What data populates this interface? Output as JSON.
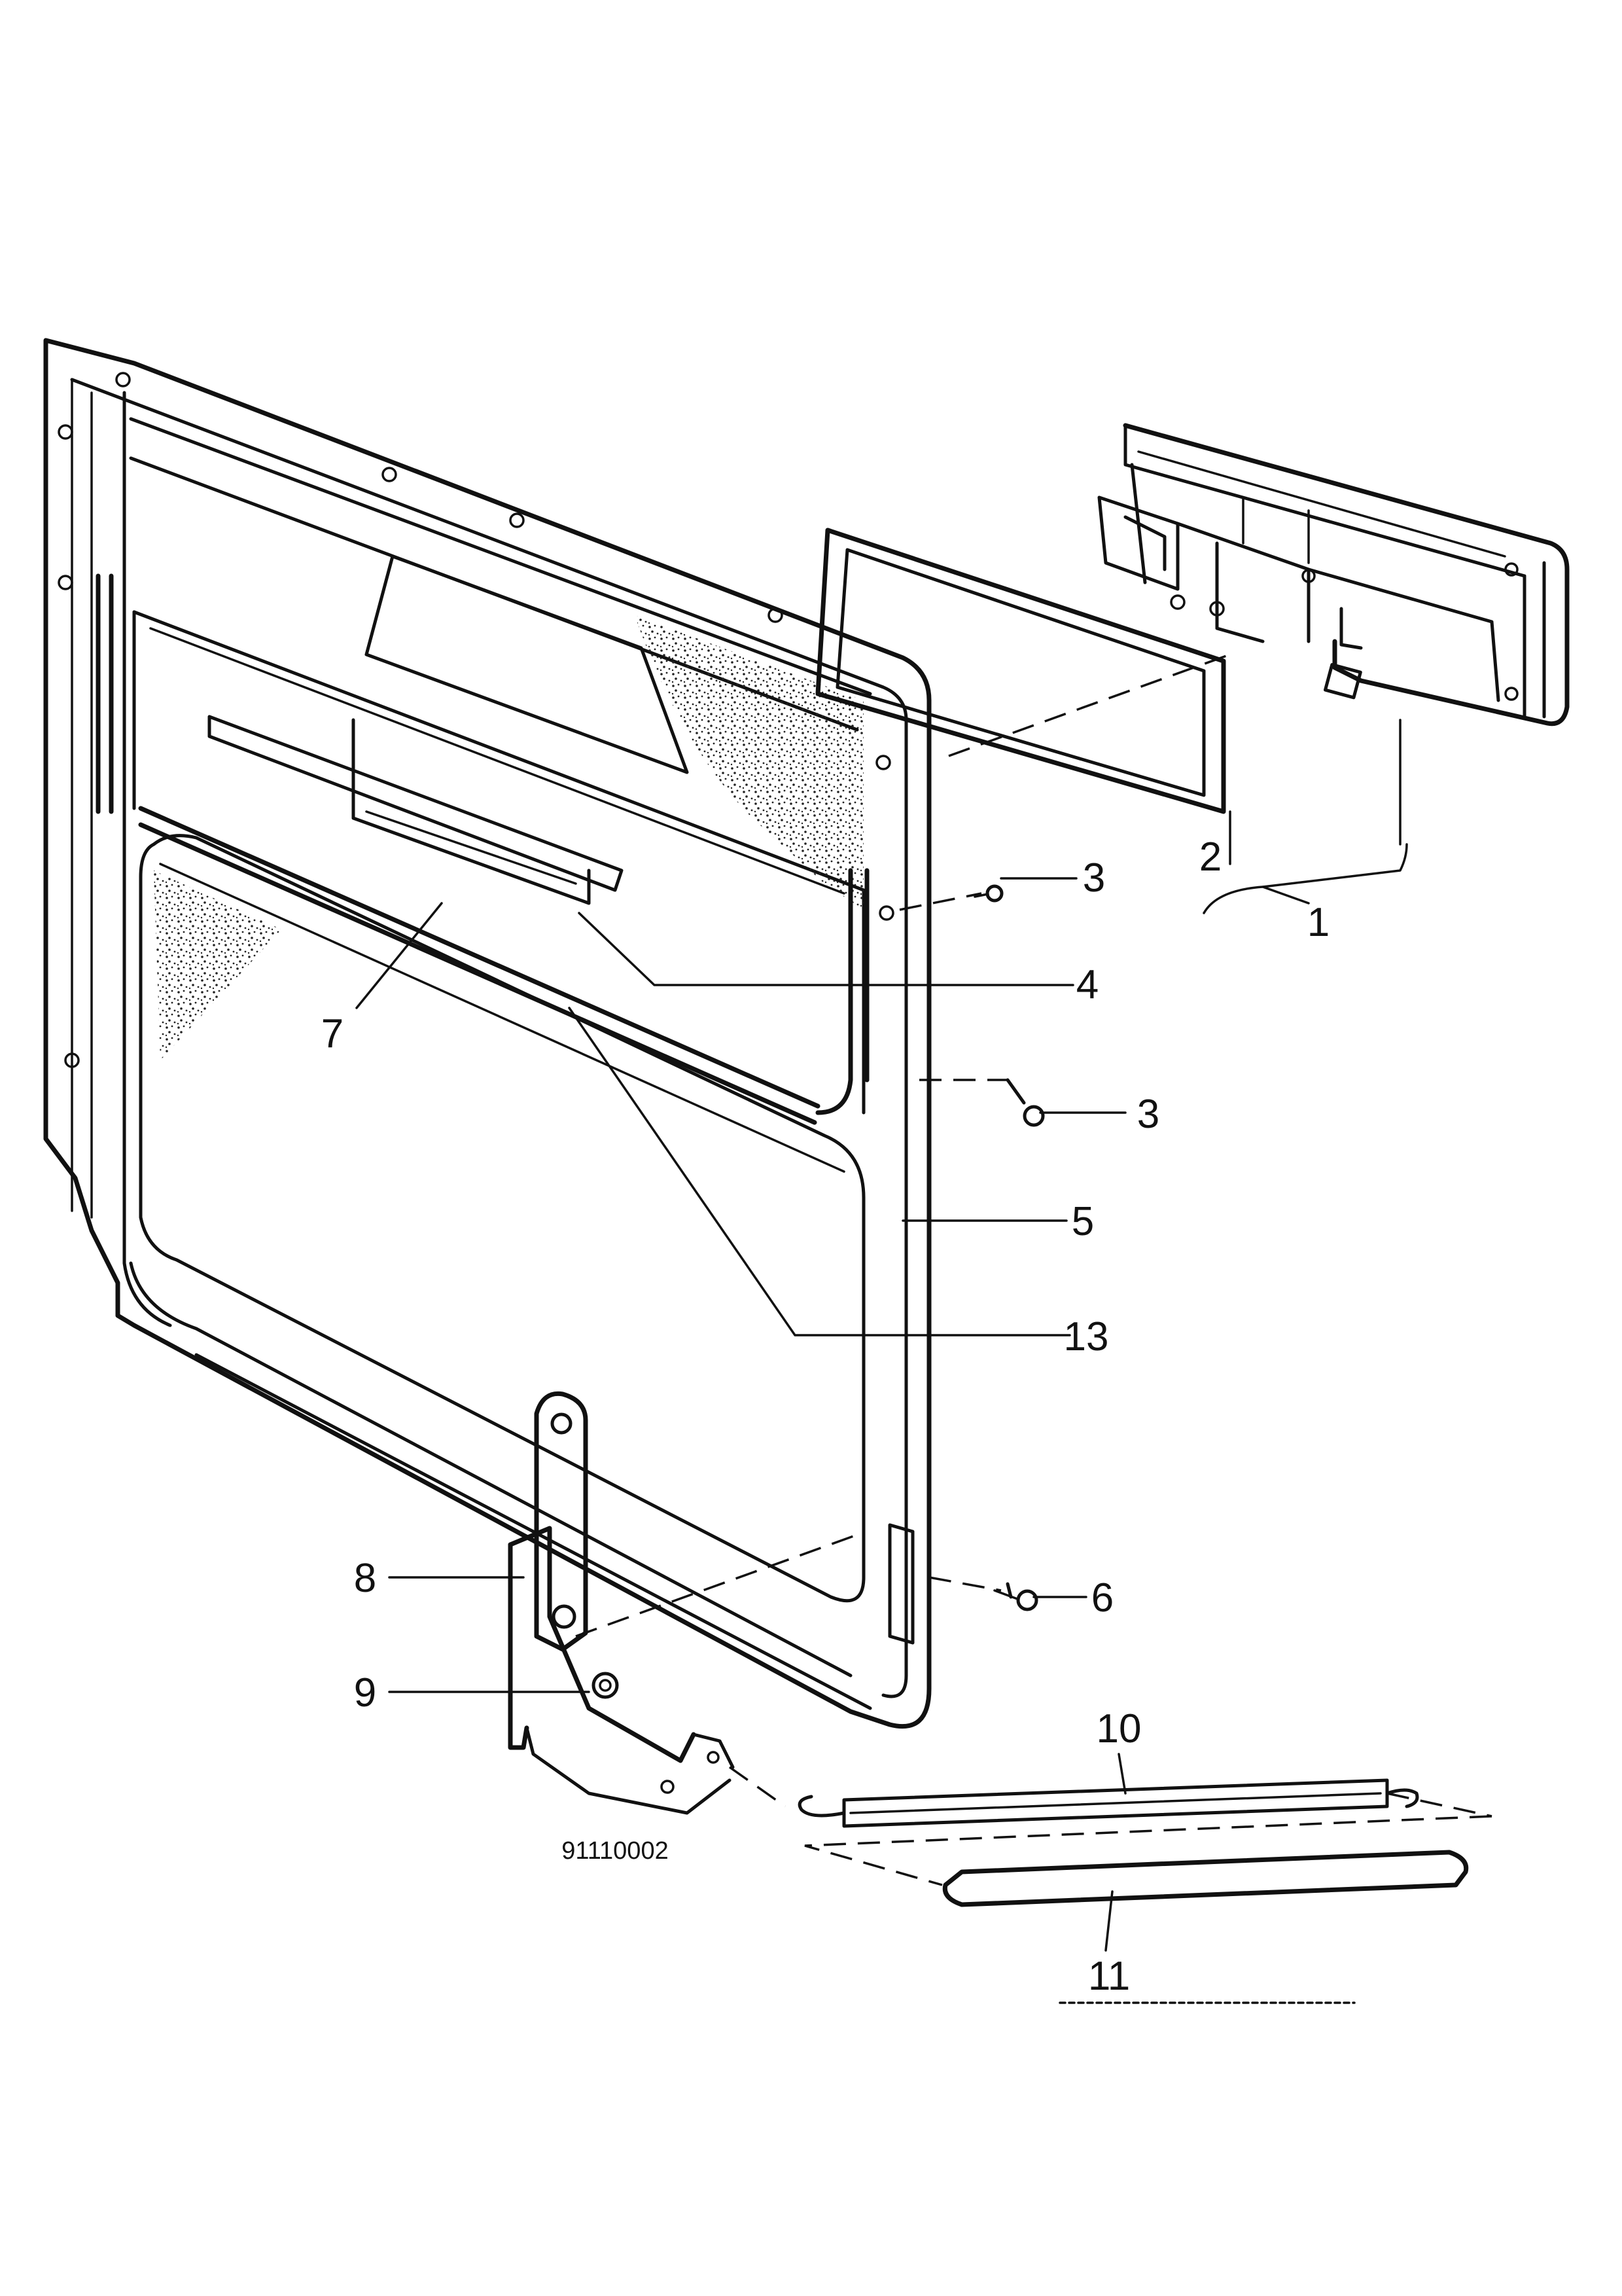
{
  "drawing_number": "91110002",
  "callouts": [
    {
      "id": "c1",
      "text": "1"
    },
    {
      "id": "c2",
      "text": "2"
    },
    {
      "id": "c3a",
      "text": "3"
    },
    {
      "id": "c3b",
      "text": "3"
    },
    {
      "id": "c4",
      "text": "4"
    },
    {
      "id": "c5",
      "text": "5"
    },
    {
      "id": "c6",
      "text": "6"
    },
    {
      "id": "c7",
      "text": "7"
    },
    {
      "id": "c8",
      "text": "8"
    },
    {
      "id": "c9",
      "text": "9"
    },
    {
      "id": "c10",
      "text": "10"
    },
    {
      "id": "c11",
      "text": "11"
    },
    {
      "id": "c13",
      "text": "13"
    }
  ]
}
